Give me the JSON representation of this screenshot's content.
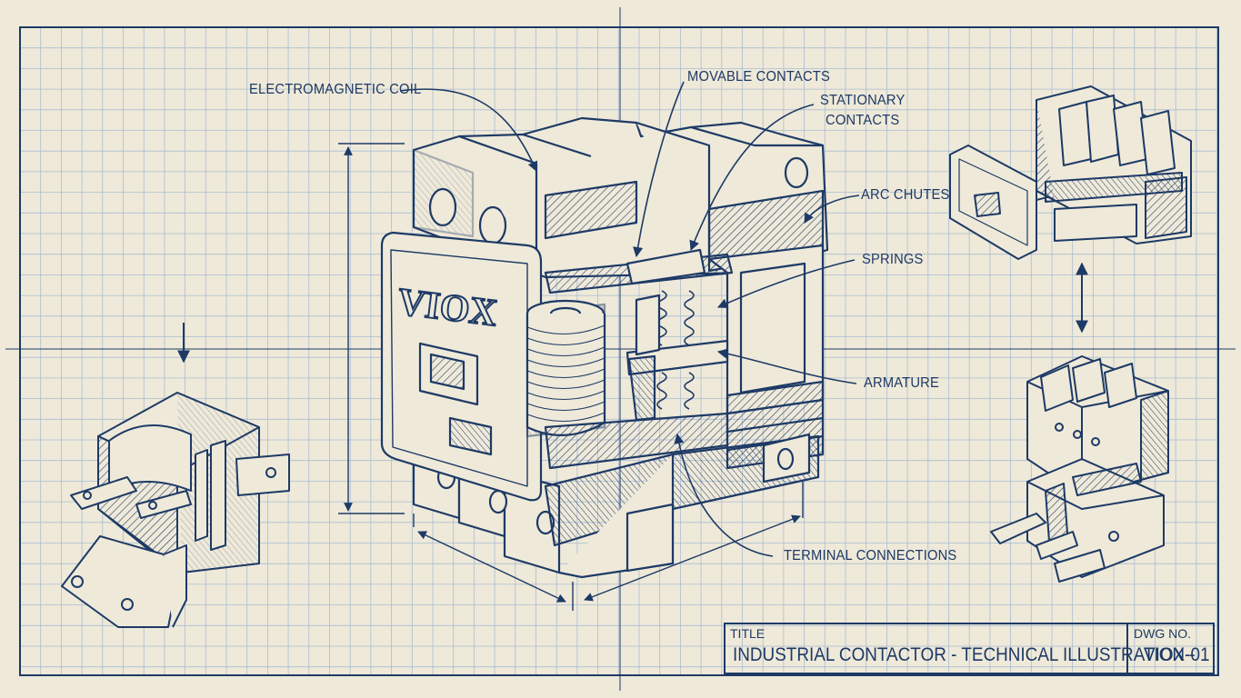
{
  "labels": {
    "electromagnetic_coil": "ELECTROMAGNETIC COIL",
    "movable_contacts": "MOVABLE CONTACTS",
    "stationary_line1": "STATIONARY",
    "stationary_line2": "CONTACTS",
    "arc_chutes": "ARC CHUTES",
    "springs": "SPRINGS",
    "armature": "ARMATURE",
    "terminal_connections": "TERMINAL CONNECTIONS"
  },
  "housing_brand": "VIOX",
  "title_block": {
    "title_caption": "TITLE",
    "title": "INDUSTRIAL CONTACTOR - TECHNICAL ILLUSTRATION -",
    "dwg_caption": "DWG NO.",
    "dwg_number": "VIOX-01"
  },
  "colors": {
    "paper": "#efe9d9",
    "grid": "#a9bdd2",
    "ink": "#1d3a66"
  }
}
